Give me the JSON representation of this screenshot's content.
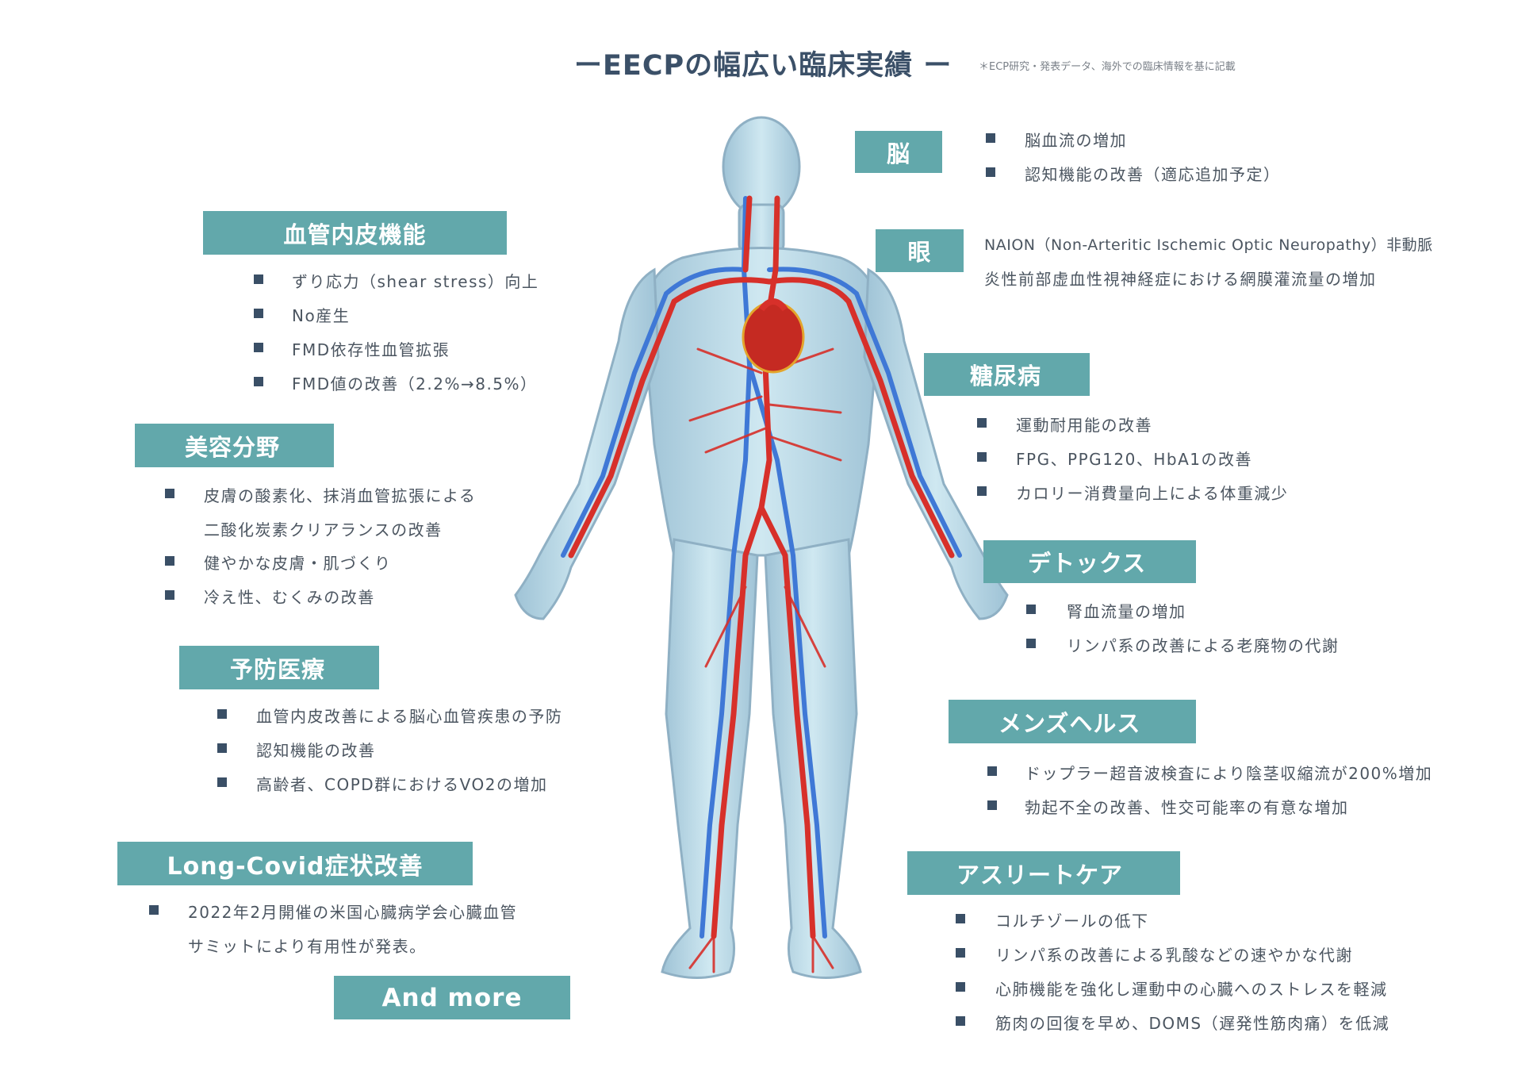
{
  "header": {
    "title": "ーEECPの幅広い臨床実績 ー",
    "note": "＊ECP研究・発表データ、海外での臨床情報を基に記載"
  },
  "colors": {
    "header_box": "#62a8ab",
    "title_text": "#3b5068",
    "bullet": "#3a4f66",
    "body_text": "#4b5560",
    "artery": "#d7302a",
    "vein": "#3f78d6",
    "body_fill": "#b9dbe8"
  },
  "figure": {
    "icon": "human-circulatory-system-illustration"
  },
  "sections": {
    "vascular": {
      "label": "血管内皮機能",
      "items": [
        "ずり応力（shear stress）向上",
        "No産生",
        "FMD依存性血管拡張",
        "FMD値の改善（2.2%→8.5%）"
      ]
    },
    "beauty": {
      "label": "美容分野",
      "items": [
        "皮膚の酸素化、抹消血管拡張による",
        "二酸化炭素クリアランスの改善",
        "健やかな皮膚・肌づくり",
        "冷え性、むくみの改善"
      ]
    },
    "prevention": {
      "label": "予防医療",
      "items": [
        "血管内皮改善による脳心血管疾患の予防",
        "認知機能の改善",
        "高齢者、COPD群におけるVO2の増加"
      ]
    },
    "longcovid": {
      "label": "Long-Covid症状改善",
      "items": [
        "2022年2月開催の米国心臓病学会心臓血管",
        "サミットにより有用性が発表。"
      ]
    },
    "andmore": {
      "label": "And more"
    },
    "brain": {
      "label": "脳",
      "items": [
        "脳血流の増加",
        "認知機能の改善（適応追加予定）"
      ]
    },
    "eye": {
      "label": "眼",
      "items": [
        "NAION（Non-Arteritic Ischemic Optic Neuropathy）非動脈",
        "炎性前部虚血性視神経症における網膜灌流量の増加"
      ]
    },
    "diabetes": {
      "label": "糖尿病",
      "items": [
        "運動耐用能の改善",
        "FPG、PPG120、HbA1の改善",
        "カロリー消費量向上による体重減少"
      ]
    },
    "detox": {
      "label": "デトックス",
      "items": [
        "腎血流量の増加",
        "リンパ系の改善による老廃物の代謝"
      ]
    },
    "menshealth": {
      "label": "メンズヘルス",
      "items": [
        "ドップラー超音波検査により陰茎収縮流が200%増加",
        "勃起不全の改善、性交可能率の有意な増加"
      ]
    },
    "athlete": {
      "label": "アスリートケア",
      "items": [
        "コルチゾールの低下",
        "リンパ系の改善による乳酸などの速やかな代謝",
        "心肺機能を強化し運動中の心臓へのストレスを軽減",
        "筋肉の回復を早め、DOMS（遅発性筋肉痛）を低減"
      ]
    }
  }
}
